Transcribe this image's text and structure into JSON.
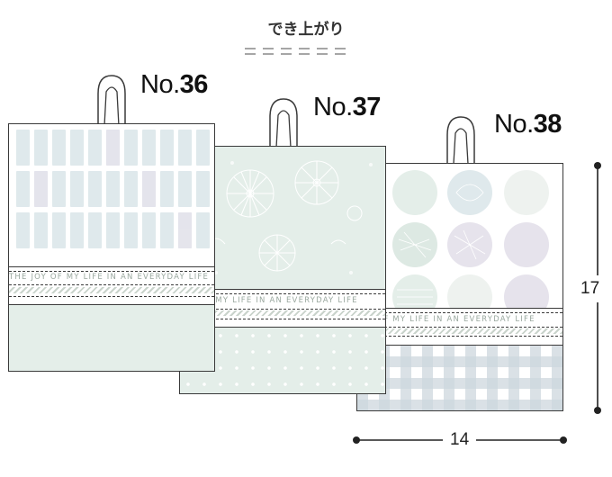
{
  "title": "でき上がり",
  "products": [
    {
      "id": "no36",
      "prefix": "No.",
      "number": "36",
      "tape_text": "THE JOY OF MY LIFE IN AN EVERYDAY LIFE"
    },
    {
      "id": "no37",
      "prefix": "No.",
      "number": "37",
      "tape_text": "JOY OF MY LIFE IN AN EVERYDAY LIFE"
    },
    {
      "id": "no38",
      "prefix": "No.",
      "number": "38",
      "tape_text": "JOY OF MY LIFE IN AN EVERYDAY LIFE"
    }
  ],
  "dimensions": {
    "height": "17",
    "width": "14"
  },
  "colors": {
    "outline": "#3a3a3a",
    "pale_blue": "#dfe9ec",
    "pale_green": "#e4eee9",
    "mint": "#dde9e3",
    "lavender": "#e6e3ec",
    "gray_green": "#c9d3cb"
  }
}
